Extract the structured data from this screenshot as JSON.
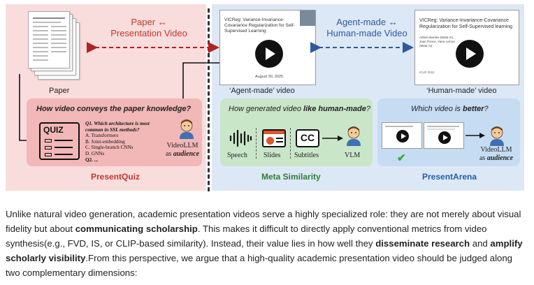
{
  "figure": {
    "left_title_line1": "Paper ↔",
    "left_title_line2": "Presentation Video",
    "right_title_line1": "Agent-made ↔",
    "right_title_line2": "Human-made Video",
    "paper_caption": "Paper",
    "agent_caption": "‘Agent-made’ video",
    "human_caption": "‘Human-made’ video",
    "agent_slide_title": "VICReg: Variance-Invariance-Covariance Regularization for Self-Supervised Learning",
    "agent_slide_date": "August 30, 2025",
    "human_slide_title": "VICReg: Variance-Invariance-Covariance Regularization for Self-Supervised learning",
    "human_slide_authors": "Adrien Bardes (Meta AI), Jean Ponce, Yann LeCun (Meta AI)",
    "human_slide_venue": "ICLR 2022",
    "quiz": {
      "question": "How video conveys the paper knowledge?",
      "icon_label": "QUIZ",
      "q1": "Q1. Which architecture is most common in SSL methods?",
      "options": [
        "A. Transformers",
        "B. Joint-embedding",
        "C. Single-branch CNNs",
        "D. GNNs"
      ],
      "q2": "Q2. ...",
      "audience_line1": "VideoLLM",
      "audience_line2_pre": "as ",
      "audience_line2_em": "audience",
      "label": "PresentQuiz"
    },
    "meta": {
      "question_pre": "How generated video ",
      "question_em": "like human-made",
      "question_post": "?",
      "speech": "Speech",
      "slides": "Slides",
      "subtitles": "Subtitles",
      "subtitle_icon": "CC",
      "vlm": "VLM",
      "label": "Meta Similarity"
    },
    "arena": {
      "question_pre": "Which video is ",
      "question_em": "better",
      "question_post": "?",
      "audience_line1": "VideoLLM",
      "audience_line2_pre": "as ",
      "audience_line2_em": "audience",
      "check": "✔",
      "label": "PresentArena"
    },
    "colors": {
      "red_title": "#c0392b",
      "blue_title": "#2c5aa0",
      "quiz_label": "#c0392b",
      "meta_label": "#2e7d32",
      "arena_label": "#1f5fa8"
    }
  },
  "prose": {
    "s1": "Unlike natural video generation, academic presentation videos serve a highly specialized role: they are not merely about visual fidelity but about ",
    "b1": "communicating scholarship",
    "s2": ". This makes it difficult to directly apply conventional metrics from video synthesis(e.g., FVD, IS, or CLIP-based similarity). Instead, their value lies in how well they ",
    "b2": "disseminate research",
    "s3": " and ",
    "b3": "amplify scholarly visibility",
    "s4": ".From this perspective, we argue that a high-quality academic presentation video should be judged along two complementary dimensions:"
  }
}
